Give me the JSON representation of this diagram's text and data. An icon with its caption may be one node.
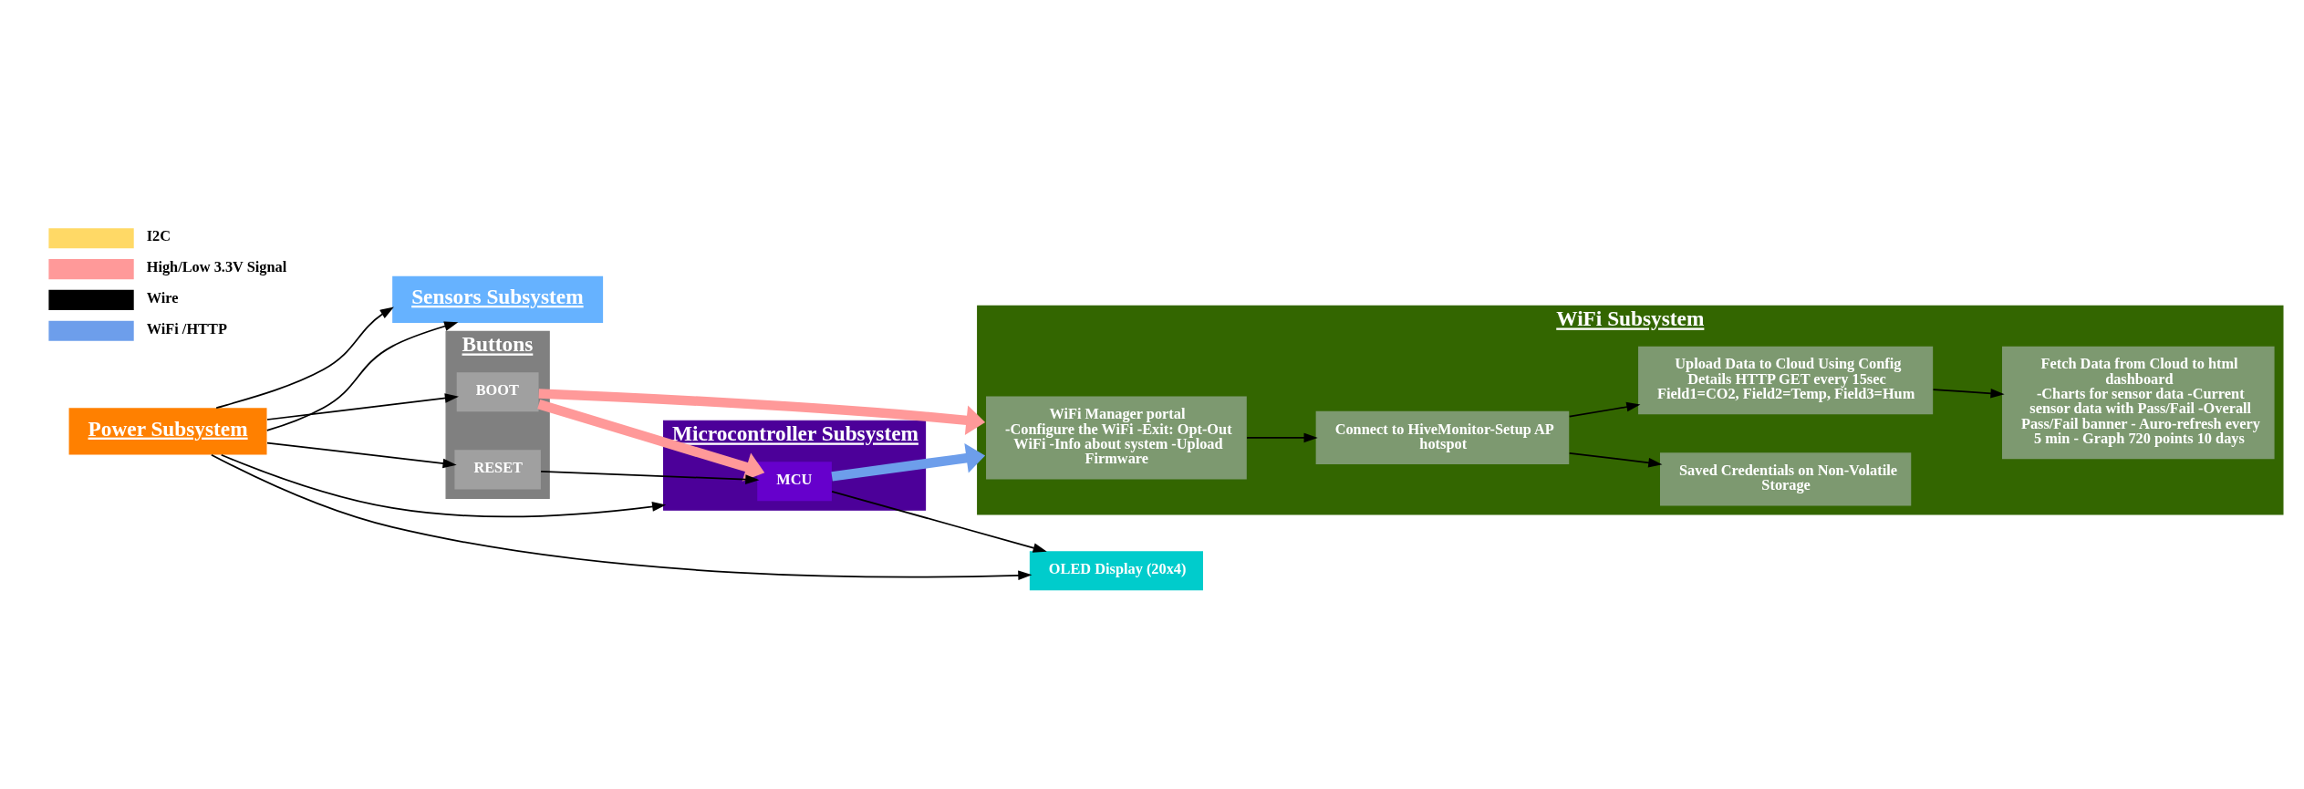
{
  "diagram": {
    "nodes": [
      {
        "text": [
          "Power Subsystem"
        ]
      },
      {
        "text": [
          "Sensors Subsystem"
        ]
      },
      {
        "text": [
          "Microcontroller Subsystem"
        ]
      },
      {
        "text": [
          "MCU"
        ],
        "in": 2
      },
      {
        "text": [
          "OLED Display (20x4)"
        ]
      },
      {
        "text": [
          "Buttons"
        ]
      },
      {
        "text": [
          "BOOT"
        ],
        "in": 5
      },
      {
        "text": [
          "RESET"
        ],
        "in": 5
      },
      {
        "text": [
          "WiFi Subsystem"
        ]
      },
      {
        "text": [
          "WiFi Manager portal",
          "-Configure the WiFi -Exit: Opt-Out WiFi -Info about system -Upload Firmware"
        ],
        "in": 8
      },
      {
        "text": [
          "Connect to HiveMonitor-Setup AP hotspot"
        ],
        "in": 8
      },
      {
        "text": [
          "Saved Credentials on Non-Volatile Storage"
        ],
        "in": 8
      },
      {
        "text": [
          "Upload Data to Cloud Using Config Details HTTP GET every 15sec Field1=CO2, Field2=Temp, Field3=Hum"
        ],
        "in": 8
      },
      {
        "text": [
          "Fetch Data from Cloud to html dashboard",
          "-Charts for sensor data -Current sensor data with Pass/Fail -Overall Pass/Fail banner - Auro-refresh every 5 min - Graph 720 points 10 days"
        ],
        "in": 8
      }
    ],
    "edges": [
      {
        "from": 0,
        "to": 1,
        "arrow": "to"
      },
      {
        "from": 0,
        "to": 4,
        "arrow": "to"
      },
      {
        "from": 0,
        "to": 1,
        "arrow": "to"
      },
      {
        "from": 0,
        "to": 2,
        "arrow": "to"
      },
      {
        "from": 0,
        "to": 6,
        "arrow": "to"
      },
      {
        "from": 0,
        "to": 7,
        "arrow": "to"
      },
      {
        "from": 3,
        "to": 4,
        "arrow": "to"
      },
      {
        "from": 6,
        "to": 3,
        "arrow": "to",
        "style": "thick",
        "color": "#ff9999"
      },
      {
        "from": 7,
        "to": 3,
        "arrow": "to"
      },
      {
        "from": 3,
        "to": 8,
        "arrow": "to",
        "style": "thick",
        "color": "#6d9eeb"
      },
      {
        "from": 6,
        "to": 8,
        "arrow": "to",
        "style": "thick",
        "color": "#ff9999"
      },
      {
        "from": 9,
        "to": 10,
        "arrow": "to"
      },
      {
        "from": 10,
        "to": 11,
        "arrow": "to"
      },
      {
        "from": 10,
        "to": 12,
        "arrow": "to"
      },
      {
        "from": 12,
        "to": 13,
        "arrow": "to"
      }
    ],
    "legend": [
      {
        "text": "I2C",
        "color": "#ffd966"
      },
      {
        "text": "High/Low 3.3V Signal",
        "color": "#ff9999"
      },
      {
        "text": "Wire",
        "color": "#000000"
      },
      {
        "text": "WiFi /HTTP",
        "color": "#6d9eeb"
      }
    ]
  }
}
